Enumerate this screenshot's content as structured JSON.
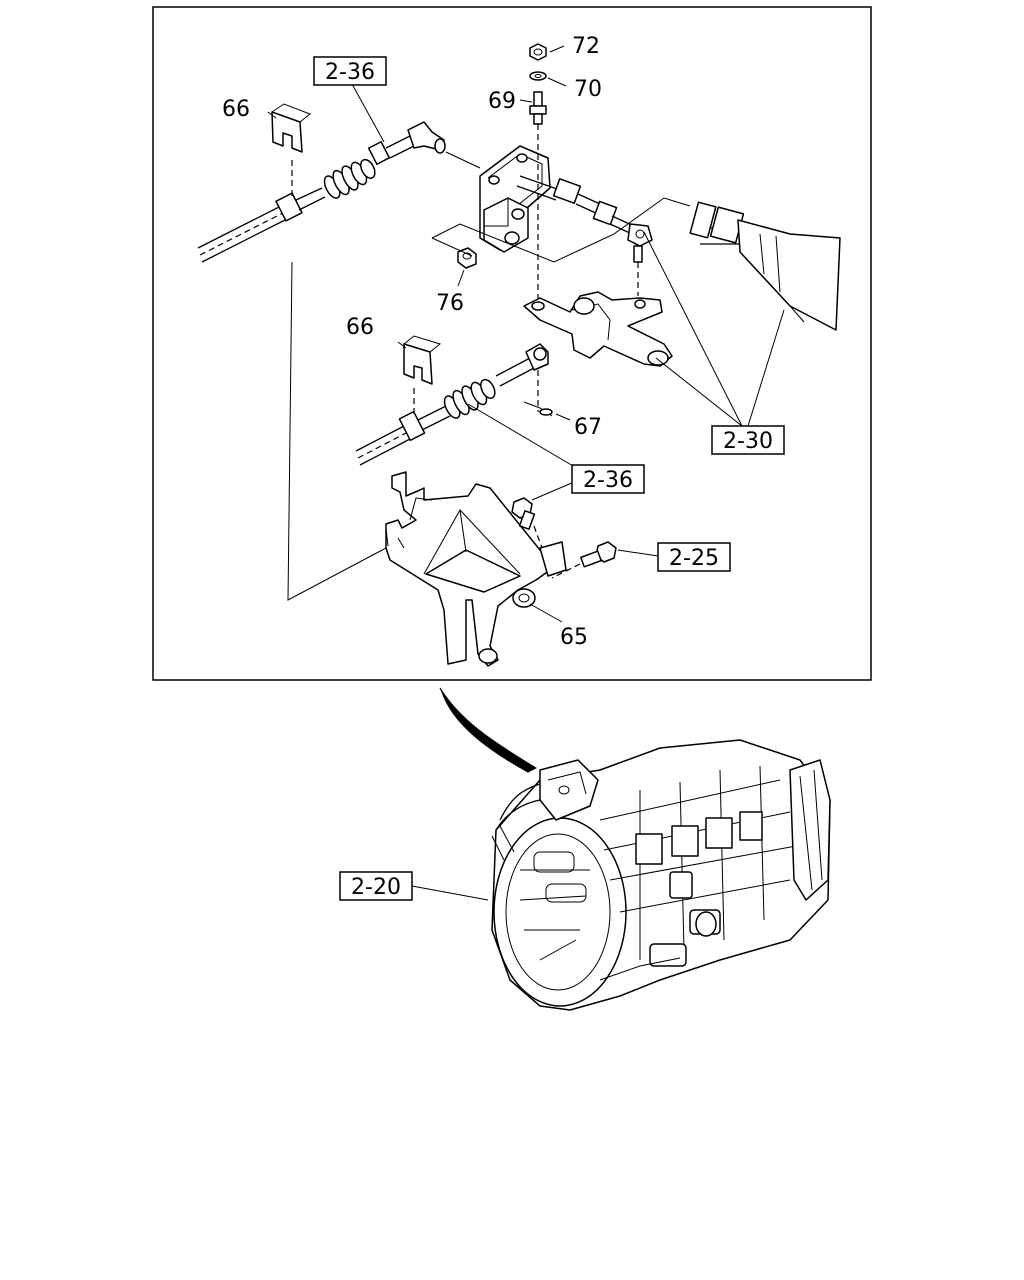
{
  "detail_part_numbers": {
    "p72": "72",
    "p70": "70",
    "p69": "69",
    "p66_top": "66",
    "p66_mid": "66",
    "p76": "76",
    "p67": "67",
    "p65": "65"
  },
  "reference_boxes": {
    "ref_cable_top": "2-36",
    "ref_cable_mid": "2-36",
    "ref_lever": "2-30",
    "ref_bolt": "2-25",
    "ref_transmission": "2-20"
  }
}
